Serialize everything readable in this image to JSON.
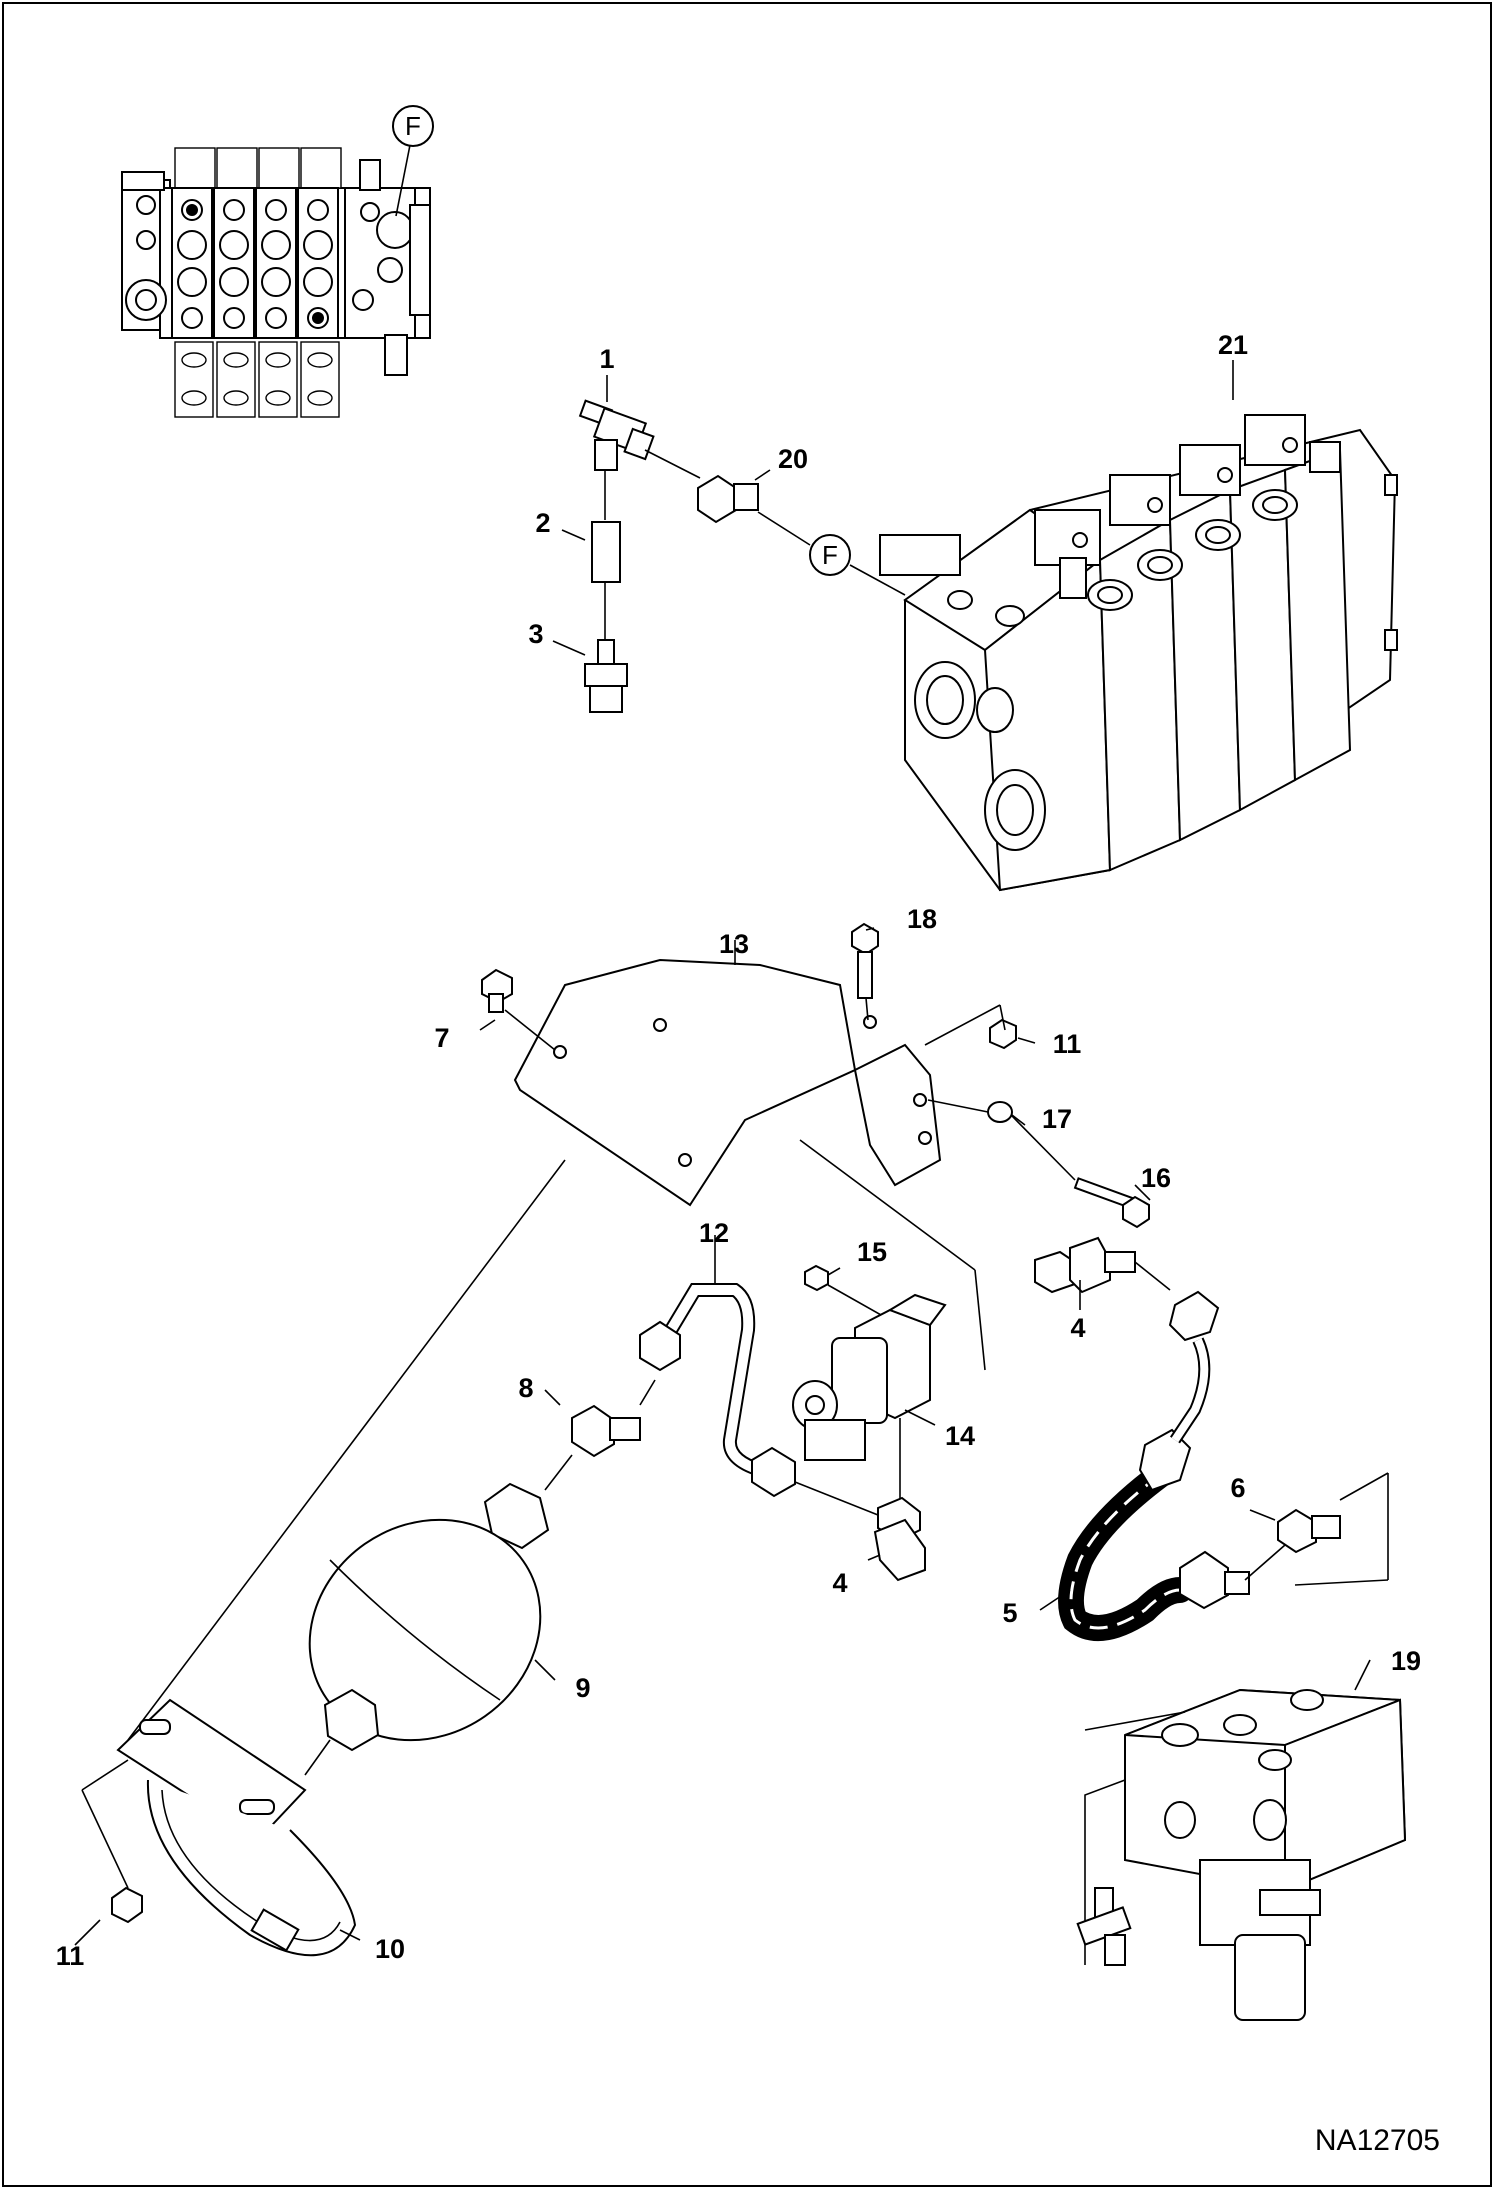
{
  "diagram": {
    "drawing_number": "NA12705",
    "reference_letter": "F",
    "callouts": [
      "1",
      "2",
      "3",
      "4",
      "5",
      "6",
      "7",
      "8",
      "9",
      "10",
      "11",
      "12",
      "13",
      "14",
      "15",
      "16",
      "17",
      "18",
      "19",
      "20",
      "21"
    ]
  },
  "colors": {
    "ink": "#000000",
    "paper": "#ffffff"
  }
}
